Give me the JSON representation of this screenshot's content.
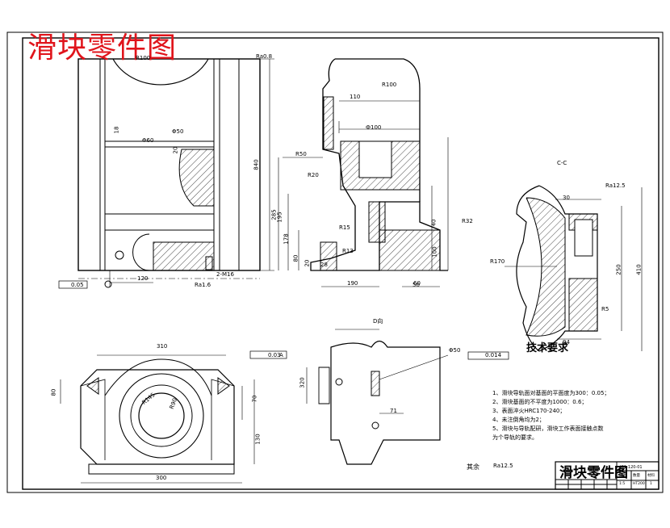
{
  "title": "滑块零件图",
  "view_labels": {
    "section_c": "C-C",
    "view_d": "D向"
  },
  "technical_requirements": {
    "heading": "技术要求",
    "items": [
      "1、滑块导轨面对基面的平面度为300：0.05；",
      "2、滑块基面的不平度为1000：0.6；",
      "3、表面淬火HRC170-240；",
      "4、未注倒角均为2；",
      "5、滑块与导轨配研，滑块工作表面接触点数",
      "   为个导轨的要求。"
    ]
  },
  "roughness_note": "其余",
  "roughness_value": "Ra12.5",
  "title_block": {
    "part_name": "滑块零件图",
    "drawing_no": "JB1-120-01",
    "mini_labels": [
      "比例",
      "数量",
      "材料",
      "1:5",
      "HT200",
      "1"
    ]
  },
  "dimensions": [
    "310",
    "300",
    "R100",
    "120",
    "195",
    "R100",
    "Φ60",
    "Ф100",
    "18",
    "Φ50",
    "20",
    "840",
    "Ra0.8",
    "Ra1.6",
    "2-M16",
    "0.05",
    "Ra12.5",
    "R50",
    "R20",
    "50",
    "28",
    "285",
    "178",
    "80",
    "20",
    "R15",
    "R13",
    "110",
    "40",
    "R32",
    "100",
    "190",
    "60",
    "30",
    "R170",
    "250",
    "410",
    "R5",
    "94",
    "320",
    "0.03",
    "0.014",
    "A",
    "70",
    "130",
    "80",
    "71",
    "Φ50",
    "R145",
    "R90"
  ]
}
